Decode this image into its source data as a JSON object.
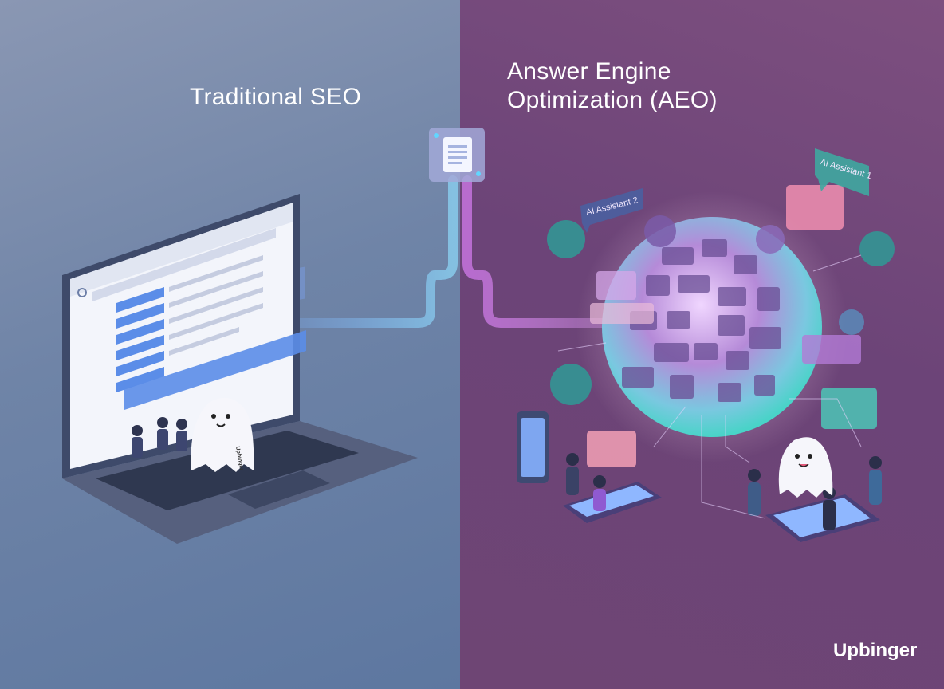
{
  "left": {
    "title": "Traditional SEO"
  },
  "right": {
    "title_line1": "Answer Engine",
    "title_line2": "Optimization (AEO)",
    "bubbles": {
      "assistant_1": "AI Assistant 1",
      "assistant_2": "AI Assistant 2"
    }
  },
  "mascot": {
    "label": "Upbinger"
  },
  "brand": {
    "name": "Upbinger"
  },
  "colors": {
    "left_bg": "#6f84a7",
    "right_bg": "#6c4478",
    "accent_blue": "#5b8de8",
    "accent_purple": "#c07ad6",
    "globe_teal": "#49d3c8"
  },
  "icons": [
    "document-icon",
    "laptop-icon",
    "search-icon",
    "globe-icon",
    "ghost-mascot-icon",
    "chat-bubble-icon",
    "phone-icon",
    "tablet-icon",
    "brain-icon",
    "people-icon"
  ]
}
